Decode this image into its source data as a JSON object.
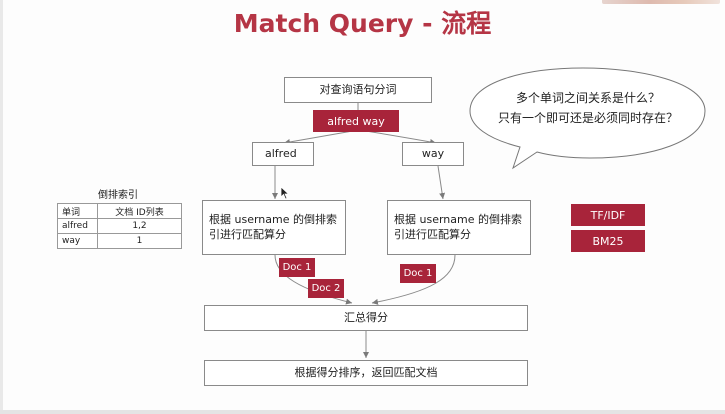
{
  "title": "Match Query - 流程",
  "nodes": {
    "tokenize": "对查询语句分词",
    "query_tag": "alfred way",
    "term_left": "alfred",
    "term_right": "way",
    "score_left": "根据 username 的倒排索引进行匹配算分",
    "score_right": "根据 username 的倒排索引进行匹配算分",
    "doc1_left": "Doc 1",
    "doc2_left": "Doc 2",
    "doc1_right": "Doc 1",
    "sum": "汇总得分",
    "sort": "根据得分排序，返回匹配文档"
  },
  "callout": {
    "line1": "多个单词之间关系是什么？",
    "line2": "只有一个即可还是必须同时存在？"
  },
  "algorithms": [
    "TF/IDF",
    "BM25"
  ],
  "inverted_index": {
    "title": "倒排索引",
    "headers": [
      "单词",
      "文档 ID列表"
    ],
    "rows": [
      [
        "alfred",
        "1,2"
      ],
      [
        "way",
        "1"
      ]
    ]
  },
  "colors": {
    "accent": "#a8243a",
    "title": "#b53545",
    "line": "#8a8a8a"
  }
}
